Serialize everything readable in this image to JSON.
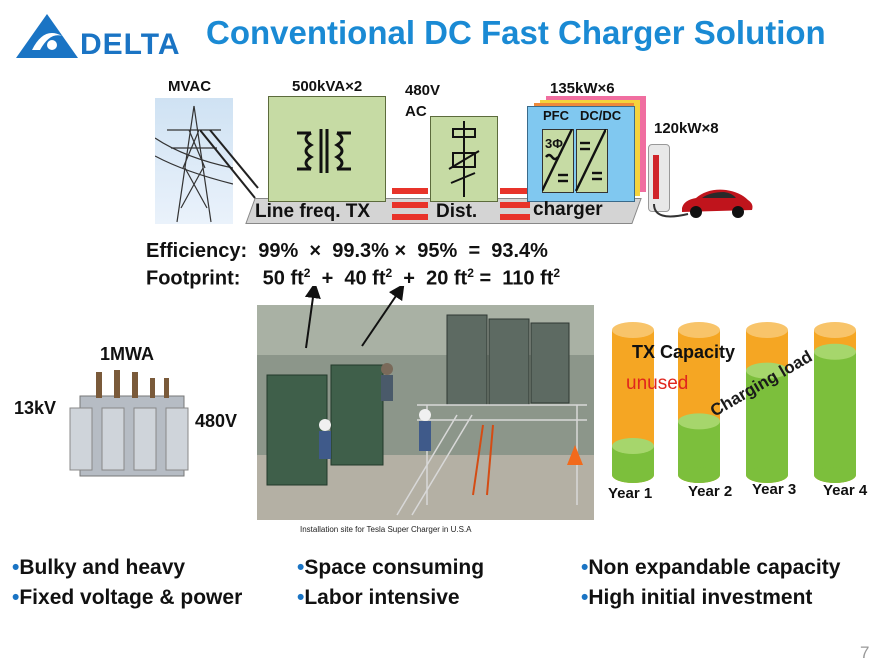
{
  "title": "Conventional DC Fast Charger Solution",
  "logo": {
    "text": "DELTA",
    "icon": "delta-triangle-icon",
    "color": "#1a74c4"
  },
  "top_diagram": {
    "mvac_label": "MVAC",
    "tx_rating": "500kVA×2",
    "ac_480_line1": "480V",
    "ac_480_line2": "AC",
    "charger_rating": "135kW×6",
    "ev_rating": "120kW×8",
    "line_tx_label": "Line freq. TX",
    "dist_label": "Dist.",
    "charger_label": "charger",
    "pfc_label": "PFC",
    "dcdc_label": "DC/DC",
    "phase_label": "3Φ"
  },
  "efficiency": {
    "label": "Efficiency:",
    "v1": "99%",
    "v2": "99.3%",
    "v3": "95%",
    "result": "93.4%"
  },
  "footprint": {
    "label": "Footprint:",
    "v1": "50 ft",
    "v2": "40 ft",
    "v3": "20 ft",
    "result": "110 ft",
    "exp": "2"
  },
  "transformer": {
    "rating": "1MWA",
    "hv": "13kV",
    "lv": "480V"
  },
  "photo_caption": "Installation site for Tesla Super Charger in U.S.A",
  "capacity_chart": {
    "tx_label": "TX Capacity",
    "unused_label": "unused",
    "load_label": "Charging load",
    "years": [
      "Year 1",
      "Year 2",
      "Year 3",
      "Year 4"
    ],
    "load_fraction": [
      0.2,
      0.37,
      0.72,
      0.85
    ],
    "colors": {
      "capacity": "#f5a623",
      "load": "#7cbf3c",
      "unused_text": "#e0261d"
    }
  },
  "bullets": [
    [
      "Bulky and heavy",
      "Fixed voltage & power"
    ],
    [
      "Space consuming",
      "Labor intensive"
    ],
    [
      "Non expandable capacity",
      "High initial investment"
    ]
  ],
  "page_number": "7"
}
